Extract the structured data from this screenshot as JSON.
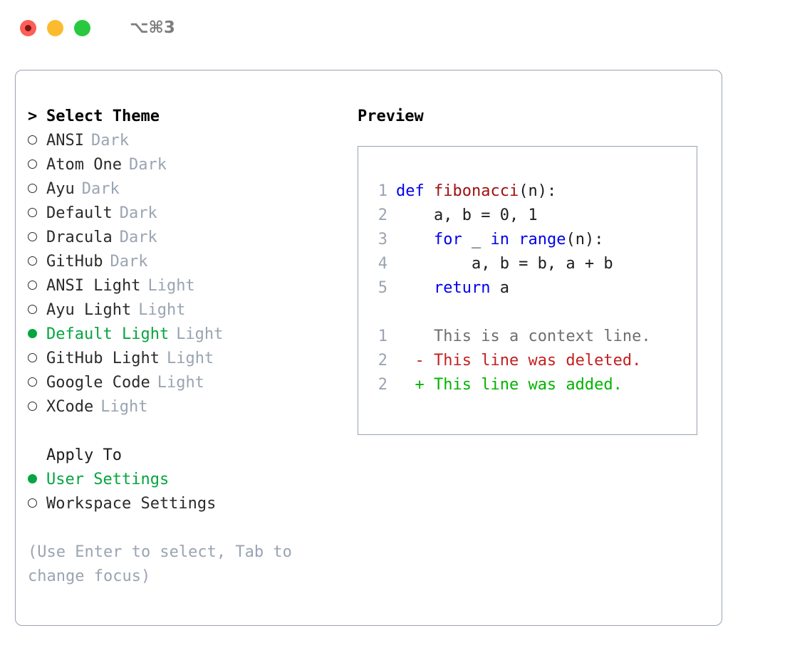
{
  "window": {
    "shortcut": "⌥⌘3",
    "traffic_lights": [
      {
        "name": "close",
        "color": "#fb5f57"
      },
      {
        "name": "minimize",
        "color": "#fcbb2f"
      },
      {
        "name": "maximize",
        "color": "#28c93f"
      }
    ]
  },
  "theme_picker": {
    "header": {
      "caret": ">",
      "title": "Select Theme"
    },
    "items": [
      {
        "marker": "o",
        "label": "ANSI",
        "tag": "Dark",
        "selected": false
      },
      {
        "marker": "o",
        "label": "Atom One",
        "tag": "Dark",
        "selected": false
      },
      {
        "marker": "o",
        "label": "Ayu",
        "tag": "Dark",
        "selected": false
      },
      {
        "marker": "o",
        "label": "Default",
        "tag": "Dark",
        "selected": false
      },
      {
        "marker": "o",
        "label": "Dracula",
        "tag": "Dark",
        "selected": false
      },
      {
        "marker": "o",
        "label": "GitHub",
        "tag": "Dark",
        "selected": false
      },
      {
        "marker": "o",
        "label": "ANSI Light",
        "tag": "Light",
        "selected": false
      },
      {
        "marker": "o",
        "label": "Ayu Light",
        "tag": "Light",
        "selected": false
      },
      {
        "marker": "●",
        "label": "Default Light",
        "tag": "Light",
        "selected": true
      },
      {
        "marker": "o",
        "label": "GitHub Light",
        "tag": "Light",
        "selected": false
      },
      {
        "marker": "o",
        "label": "Google Code",
        "tag": "Light",
        "selected": false
      },
      {
        "marker": "o",
        "label": "XCode",
        "tag": "Light",
        "selected": false
      }
    ]
  },
  "apply_to": {
    "title": "Apply To",
    "options": [
      {
        "marker": "●",
        "label": "User Settings",
        "selected": true
      },
      {
        "marker": "o",
        "label": "Workspace Settings",
        "selected": false
      }
    ]
  },
  "hint": "(Use Enter to select, Tab to change focus)",
  "preview": {
    "title": "Preview",
    "code_lines": [
      {
        "lineno": "1",
        "tokens": [
          {
            "t": "def",
            "c": "kw"
          },
          {
            "t": " ",
            "c": "pn"
          },
          {
            "t": "fibonacci",
            "c": "fn"
          },
          {
            "t": "(n):",
            "c": "pn"
          }
        ]
      },
      {
        "lineno": "2",
        "tokens": [
          {
            "t": "    a, b = 0, 1",
            "c": "pn"
          }
        ]
      },
      {
        "lineno": "3",
        "tokens": [
          {
            "t": "    ",
            "c": "pn"
          },
          {
            "t": "for",
            "c": "kw"
          },
          {
            "t": " _ ",
            "c": "pn"
          },
          {
            "t": "in",
            "c": "kw"
          },
          {
            "t": " ",
            "c": "pn"
          },
          {
            "t": "range",
            "c": "kw"
          },
          {
            "t": "(n):",
            "c": "pn"
          }
        ]
      },
      {
        "lineno": "4",
        "tokens": [
          {
            "t": "        a, b = b, a + b",
            "c": "pn"
          }
        ]
      },
      {
        "lineno": "5",
        "tokens": [
          {
            "t": "    ",
            "c": "pn"
          },
          {
            "t": "return",
            "c": "kw"
          },
          {
            "t": " a",
            "c": "pn"
          }
        ]
      }
    ],
    "diff_lines": [
      {
        "lineno": "1",
        "sign": " ",
        "text": " This is a context line.",
        "kind": "diff-ctx"
      },
      {
        "lineno": "2",
        "sign": "-",
        "text": " This line was deleted.",
        "kind": "diff-del"
      },
      {
        "lineno": "2",
        "sign": "+",
        "text": " This line was added.",
        "kind": "diff-add"
      }
    ]
  },
  "colors": {
    "accent_green": "#05a53f",
    "muted": "#9aa4b2",
    "border": "#99a3b0",
    "keyword_blue": "#0000ee",
    "function_red": "#a01010",
    "diff_add": "#00b400",
    "diff_del": "#c22020"
  }
}
